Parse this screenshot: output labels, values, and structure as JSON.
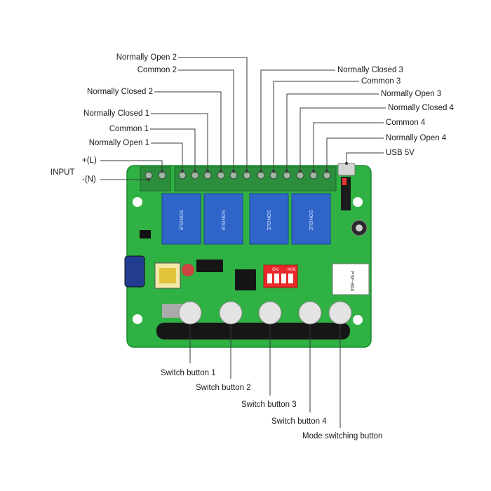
{
  "top_left_labels": [
    "Normally Open 2",
    "Common 2",
    "Normally Closed 2",
    "Normally Closed 1",
    "Common 1",
    "Normally Open 1"
  ],
  "top_right_labels": [
    "Normally Closed 3",
    "Common 3",
    "Normally Open 3",
    "Normally Closed 4",
    "Common 4",
    "Normally Open 4",
    "USB 5V"
  ],
  "input": {
    "title": "INPUT",
    "plus": "+(L)",
    "minus": "-(N)"
  },
  "bottom_labels": [
    "Switch button 1",
    "Switch button 2",
    "Switch button 3",
    "Switch button 4",
    "Mode switching button"
  ],
  "board": {
    "relay_text": "SONGLE",
    "dip_on": "ON",
    "dip_key": "KKK",
    "module_text": "PSF-B04",
    "colors": {
      "pcb": "#2fb143",
      "relay": "#2f65c9",
      "terminal": "#2b8e3c",
      "dip": "#e8282a"
    }
  }
}
